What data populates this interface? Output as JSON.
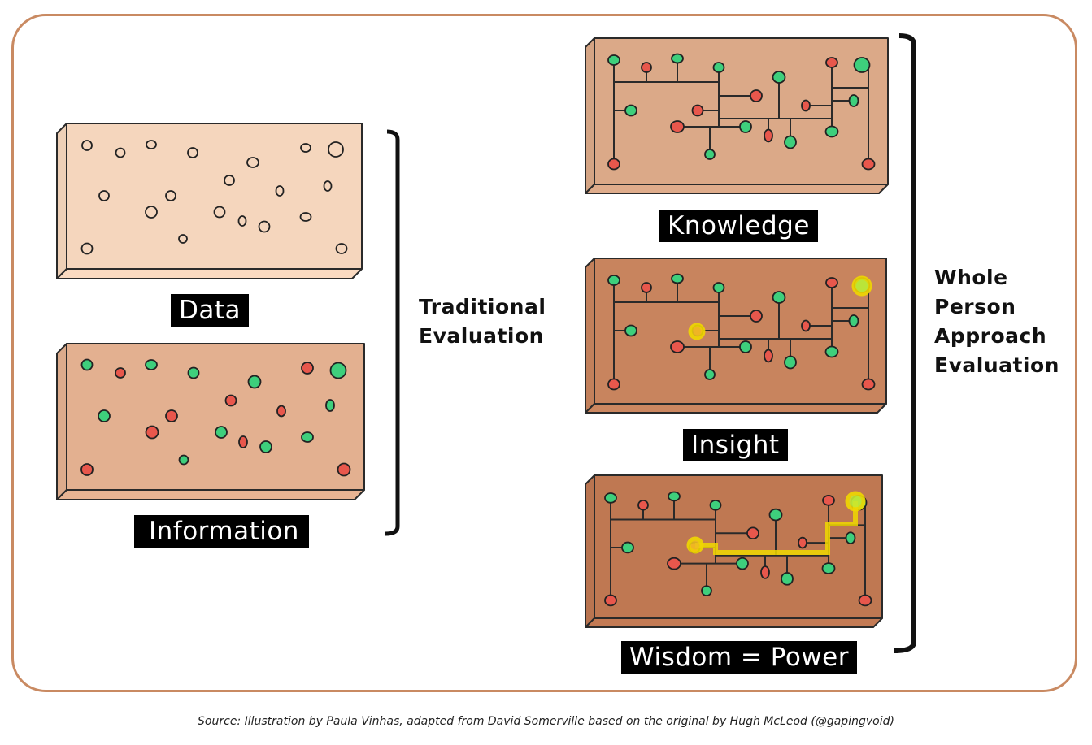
{
  "labels": {
    "data": "Data",
    "information": "Information",
    "knowledge": "Knowledge",
    "insight": "Insight",
    "wisdom": "Wisdom = Power"
  },
  "brackets": {
    "traditional": [
      "Traditional",
      "Evaluation"
    ],
    "whole_person": [
      "Whole",
      "Person",
      "Approach",
      "Evaluation"
    ]
  },
  "source": "Source: Illustration by Paula Vinhas, adapted from David Somerville based on the original by Hugh McLeod (@gapingvoid)",
  "colors": {
    "data_board": "#f5d6bd",
    "information_board": "#e3b090",
    "knowledge_board": "#dba988",
    "insight_board": "#c8845e",
    "wisdom_board": "#bf7852",
    "node_green": "#3ecf7c",
    "node_red": "#e8574c",
    "highlight": "#f0d800",
    "frame": "#c98a62"
  }
}
